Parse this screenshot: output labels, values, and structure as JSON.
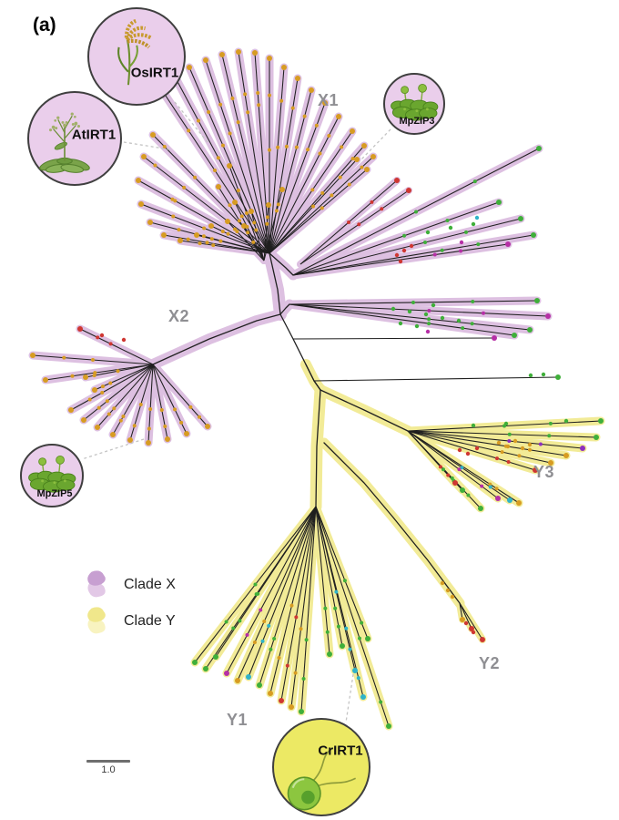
{
  "panel_label": "(a)",
  "figure": {
    "type": "unrooted phylogenetic tree",
    "clade_labels": [
      {
        "id": "X1",
        "text": "X1"
      },
      {
        "id": "X2",
        "text": "X2"
      },
      {
        "id": "Y1",
        "text": "Y1"
      },
      {
        "id": "Y2",
        "text": "Y2"
      },
      {
        "id": "Y3",
        "text": "Y3"
      }
    ],
    "callouts": [
      {
        "id": "OsIRT1",
        "label": "OsIRT1",
        "icon": "rice-plant-icon"
      },
      {
        "id": "AtIRT1",
        "label": "AtIRT1",
        "icon": "arabidopsis-plant-icon"
      },
      {
        "id": "MpZIP3",
        "label": "MpZIP3",
        "icon": "marchantia-icon"
      },
      {
        "id": "MpZIP5",
        "label": "MpZIP5",
        "icon": "marchantia-icon"
      },
      {
        "id": "CrIRT1",
        "label": "CrIRT1",
        "icon": "chlamydomonas-icon"
      }
    ],
    "legend": [
      {
        "label": "Clade X",
        "color": "#cfa6d8"
      },
      {
        "label": "Clade Y",
        "color": "#f2eb97"
      }
    ],
    "scale_bar": {
      "label": "1.0"
    }
  },
  "colors": {
    "clade_x_highlight": "#ddc0e1",
    "clade_y_highlight": "#f2eb97",
    "callout_fill_purple": "#eaceeb",
    "callout_fill_yellow": "#ece964",
    "branch": "#1f1f1f",
    "label_gray": "#8f8f93",
    "connector_gray": "#c4c4c4",
    "tip_orange": "#d79c22",
    "tip_green": "#3faf3a",
    "tip_red": "#cf3732",
    "tip_magenta": "#b62fa6",
    "tip_purple": "#8d2fc0",
    "tip_cyan": "#2fb3c9"
  }
}
